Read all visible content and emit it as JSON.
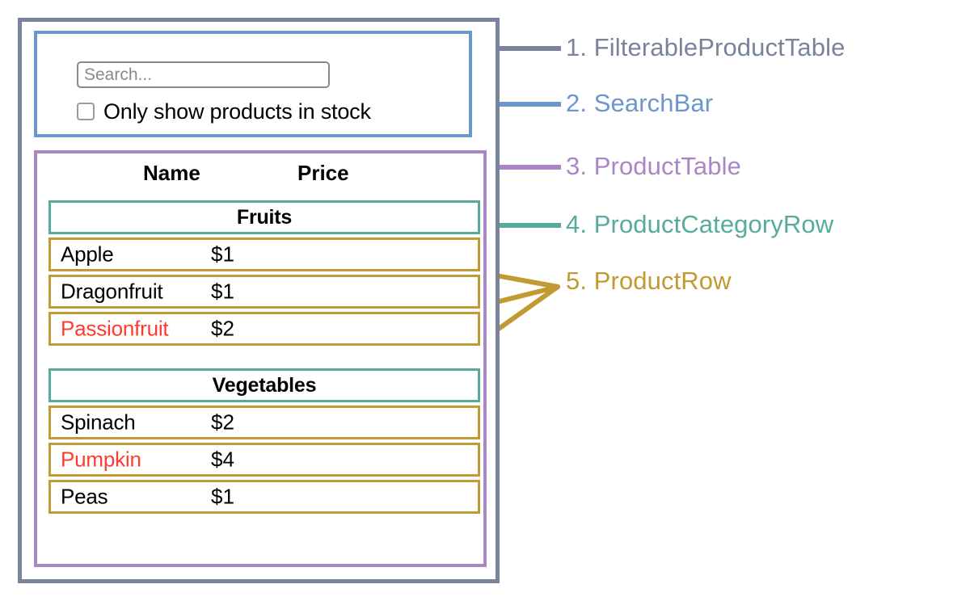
{
  "colors": {
    "outer": "#78849c",
    "search": "#6d96cc",
    "table": "#ab86c4",
    "category": "#56ab9d",
    "row": "#c09a33",
    "out_of_stock_text": "#ff3b30",
    "text": "#000000",
    "muted": "#8a8a8a"
  },
  "search_bar": {
    "input_value": "",
    "input_placeholder": "Search...",
    "checkbox_checked": false,
    "checkbox_label": "Only show products in stock"
  },
  "product_table": {
    "columns": [
      "Name",
      "Price"
    ],
    "groups": [
      {
        "category": "Fruits",
        "products": [
          {
            "name": "Apple",
            "price": "$1",
            "stocked": true
          },
          {
            "name": "Dragonfruit",
            "price": "$1",
            "stocked": true
          },
          {
            "name": "Passionfruit",
            "price": "$2",
            "stocked": false
          }
        ]
      },
      {
        "category": "Vegetables",
        "products": [
          {
            "name": "Spinach",
            "price": "$2",
            "stocked": true
          },
          {
            "name": "Pumpkin",
            "price": "$4",
            "stocked": false
          },
          {
            "name": "Peas",
            "price": "$1",
            "stocked": true
          }
        ]
      }
    ]
  },
  "callouts": [
    {
      "number": "1.",
      "label": "FilterableProductTable",
      "text": "1. FilterableProductTable",
      "color": "#78849c"
    },
    {
      "number": "2.",
      "label": "SearchBar",
      "text": "2. SearchBar",
      "color": "#6d96cc"
    },
    {
      "number": "3.",
      "label": "ProductTable",
      "text": "3. ProductTable",
      "color": "#ab86c4"
    },
    {
      "number": "4.",
      "label": "ProductCategoryRow",
      "text": "4. ProductCategoryRow",
      "color": "#56ab9d"
    },
    {
      "number": "5.",
      "label": "ProductRow",
      "text": "5. ProductRow",
      "color": "#c09a33"
    }
  ]
}
